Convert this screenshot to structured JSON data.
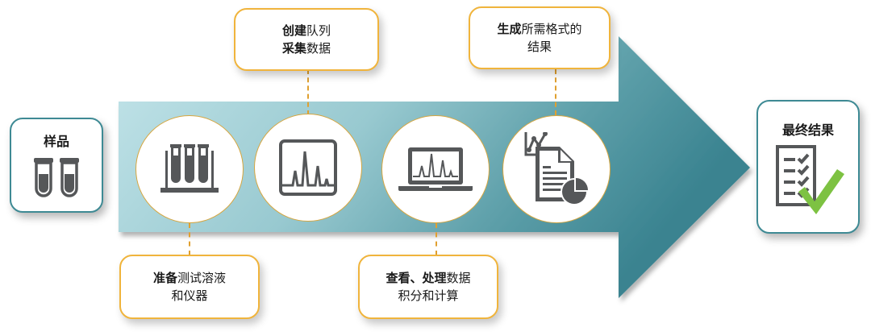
{
  "diagram": {
    "title": "sample analysis workflow",
    "colors": {
      "arrow_start": "#c4e5ea",
      "arrow_end": "#3f8792",
      "teal_border": "#3e8a94",
      "gold_border": "#f0b43c",
      "icon_gray": "#555759",
      "check_green": "#7dc242"
    },
    "start_card": {
      "label": "样品",
      "icon": "sample-vials-icon"
    },
    "end_card": {
      "label": "最终结果",
      "icon": "checklist-with-checkmark-icon"
    },
    "steps": [
      {
        "icon": "test-tube-rack-icon",
        "callout_position": "below",
        "line1_bold": "准备",
        "line1_rest": "测试溶液",
        "line2": "和仪器"
      },
      {
        "icon": "chromatogram-icon",
        "callout_position": "above",
        "line1_bold": "创建",
        "line1_rest": "队列",
        "line2_bold": "采集",
        "line2_rest": "数据"
      },
      {
        "icon": "laptop-chromatogram-icon",
        "callout_position": "below",
        "line1_bold": "查看、处理",
        "line1_rest": "数据",
        "line2": "积分和计算"
      },
      {
        "icon": "report-chart-document-icon",
        "callout_position": "above",
        "line1_bold": "生成",
        "line1_rest": "所需格式的",
        "line2": "结果"
      }
    ]
  }
}
